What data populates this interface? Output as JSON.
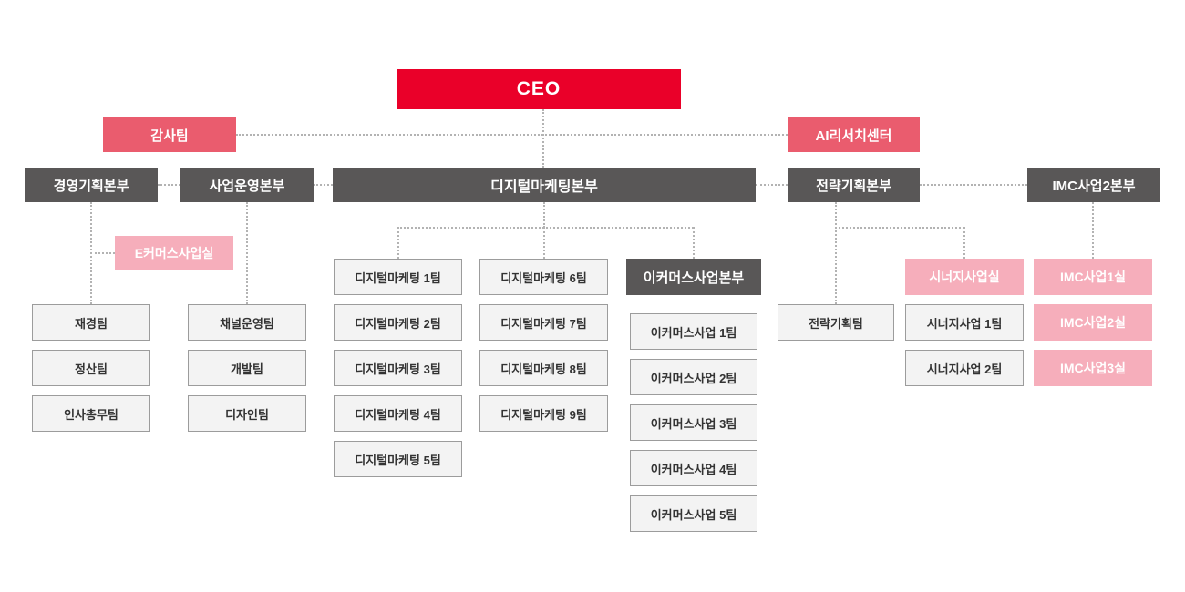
{
  "org_chart": {
    "ceo": "CEO",
    "staff": {
      "audit": "감사팀",
      "ai_research": "AI리서치센터"
    },
    "divisions": {
      "management_planning": "경영기획본부",
      "business_operations": "사업운영본부",
      "digital_marketing": "디지털마케팅본부",
      "strategy_planning": "전략기획본부",
      "imc_business2": "IMC사업2본부"
    },
    "offices": {
      "ecommerce_office": "E커머스사업실",
      "ecommerce_hq": "이커머스사업본부",
      "synergy_office": "시너지사업실",
      "imc_office_1": "IMC사업1실",
      "imc_office_2": "IMC사업2실",
      "imc_office_3": "IMC사업3실"
    },
    "teams": {
      "finance": "재경팀",
      "settlement": "정산팀",
      "hr_general_affairs": "인사총무팀",
      "channel_operations": "채널운영팀",
      "development": "개발팀",
      "design": "디자인팀",
      "digital_marketing_1": "디지털마케팅 1팀",
      "digital_marketing_2": "디지털마케팅 2팀",
      "digital_marketing_3": "디지털마케팅 3팀",
      "digital_marketing_4": "디지털마케팅 4팀",
      "digital_marketing_5": "디지털마케팅 5팀",
      "digital_marketing_6": "디지털마케팅 6팀",
      "digital_marketing_7": "디지털마케팅 7팀",
      "digital_marketing_8": "디지털마케팅 8팀",
      "digital_marketing_9": "디지털마케팅 9팀",
      "ecommerce_1": "이커머스사업 1팀",
      "ecommerce_2": "이커머스사업 2팀",
      "ecommerce_3": "이커머스사업 3팀",
      "ecommerce_4": "이커머스사업 4팀",
      "ecommerce_5": "이커머스사업 5팀",
      "strategy_planning_team": "전략기획팀",
      "synergy_1": "시너지사업 1팀",
      "synergy_2": "시너지사업 2팀"
    }
  },
  "colors": {
    "ceo-red": "#ea0029",
    "rose": "#ea5c6e",
    "dark-gray": "#595757",
    "pink": "#f6aebb",
    "team-bg": "#f3f3f3",
    "team-border": "#9c9c9c",
    "team-text": "#333333",
    "line": "#b3b3b3"
  }
}
